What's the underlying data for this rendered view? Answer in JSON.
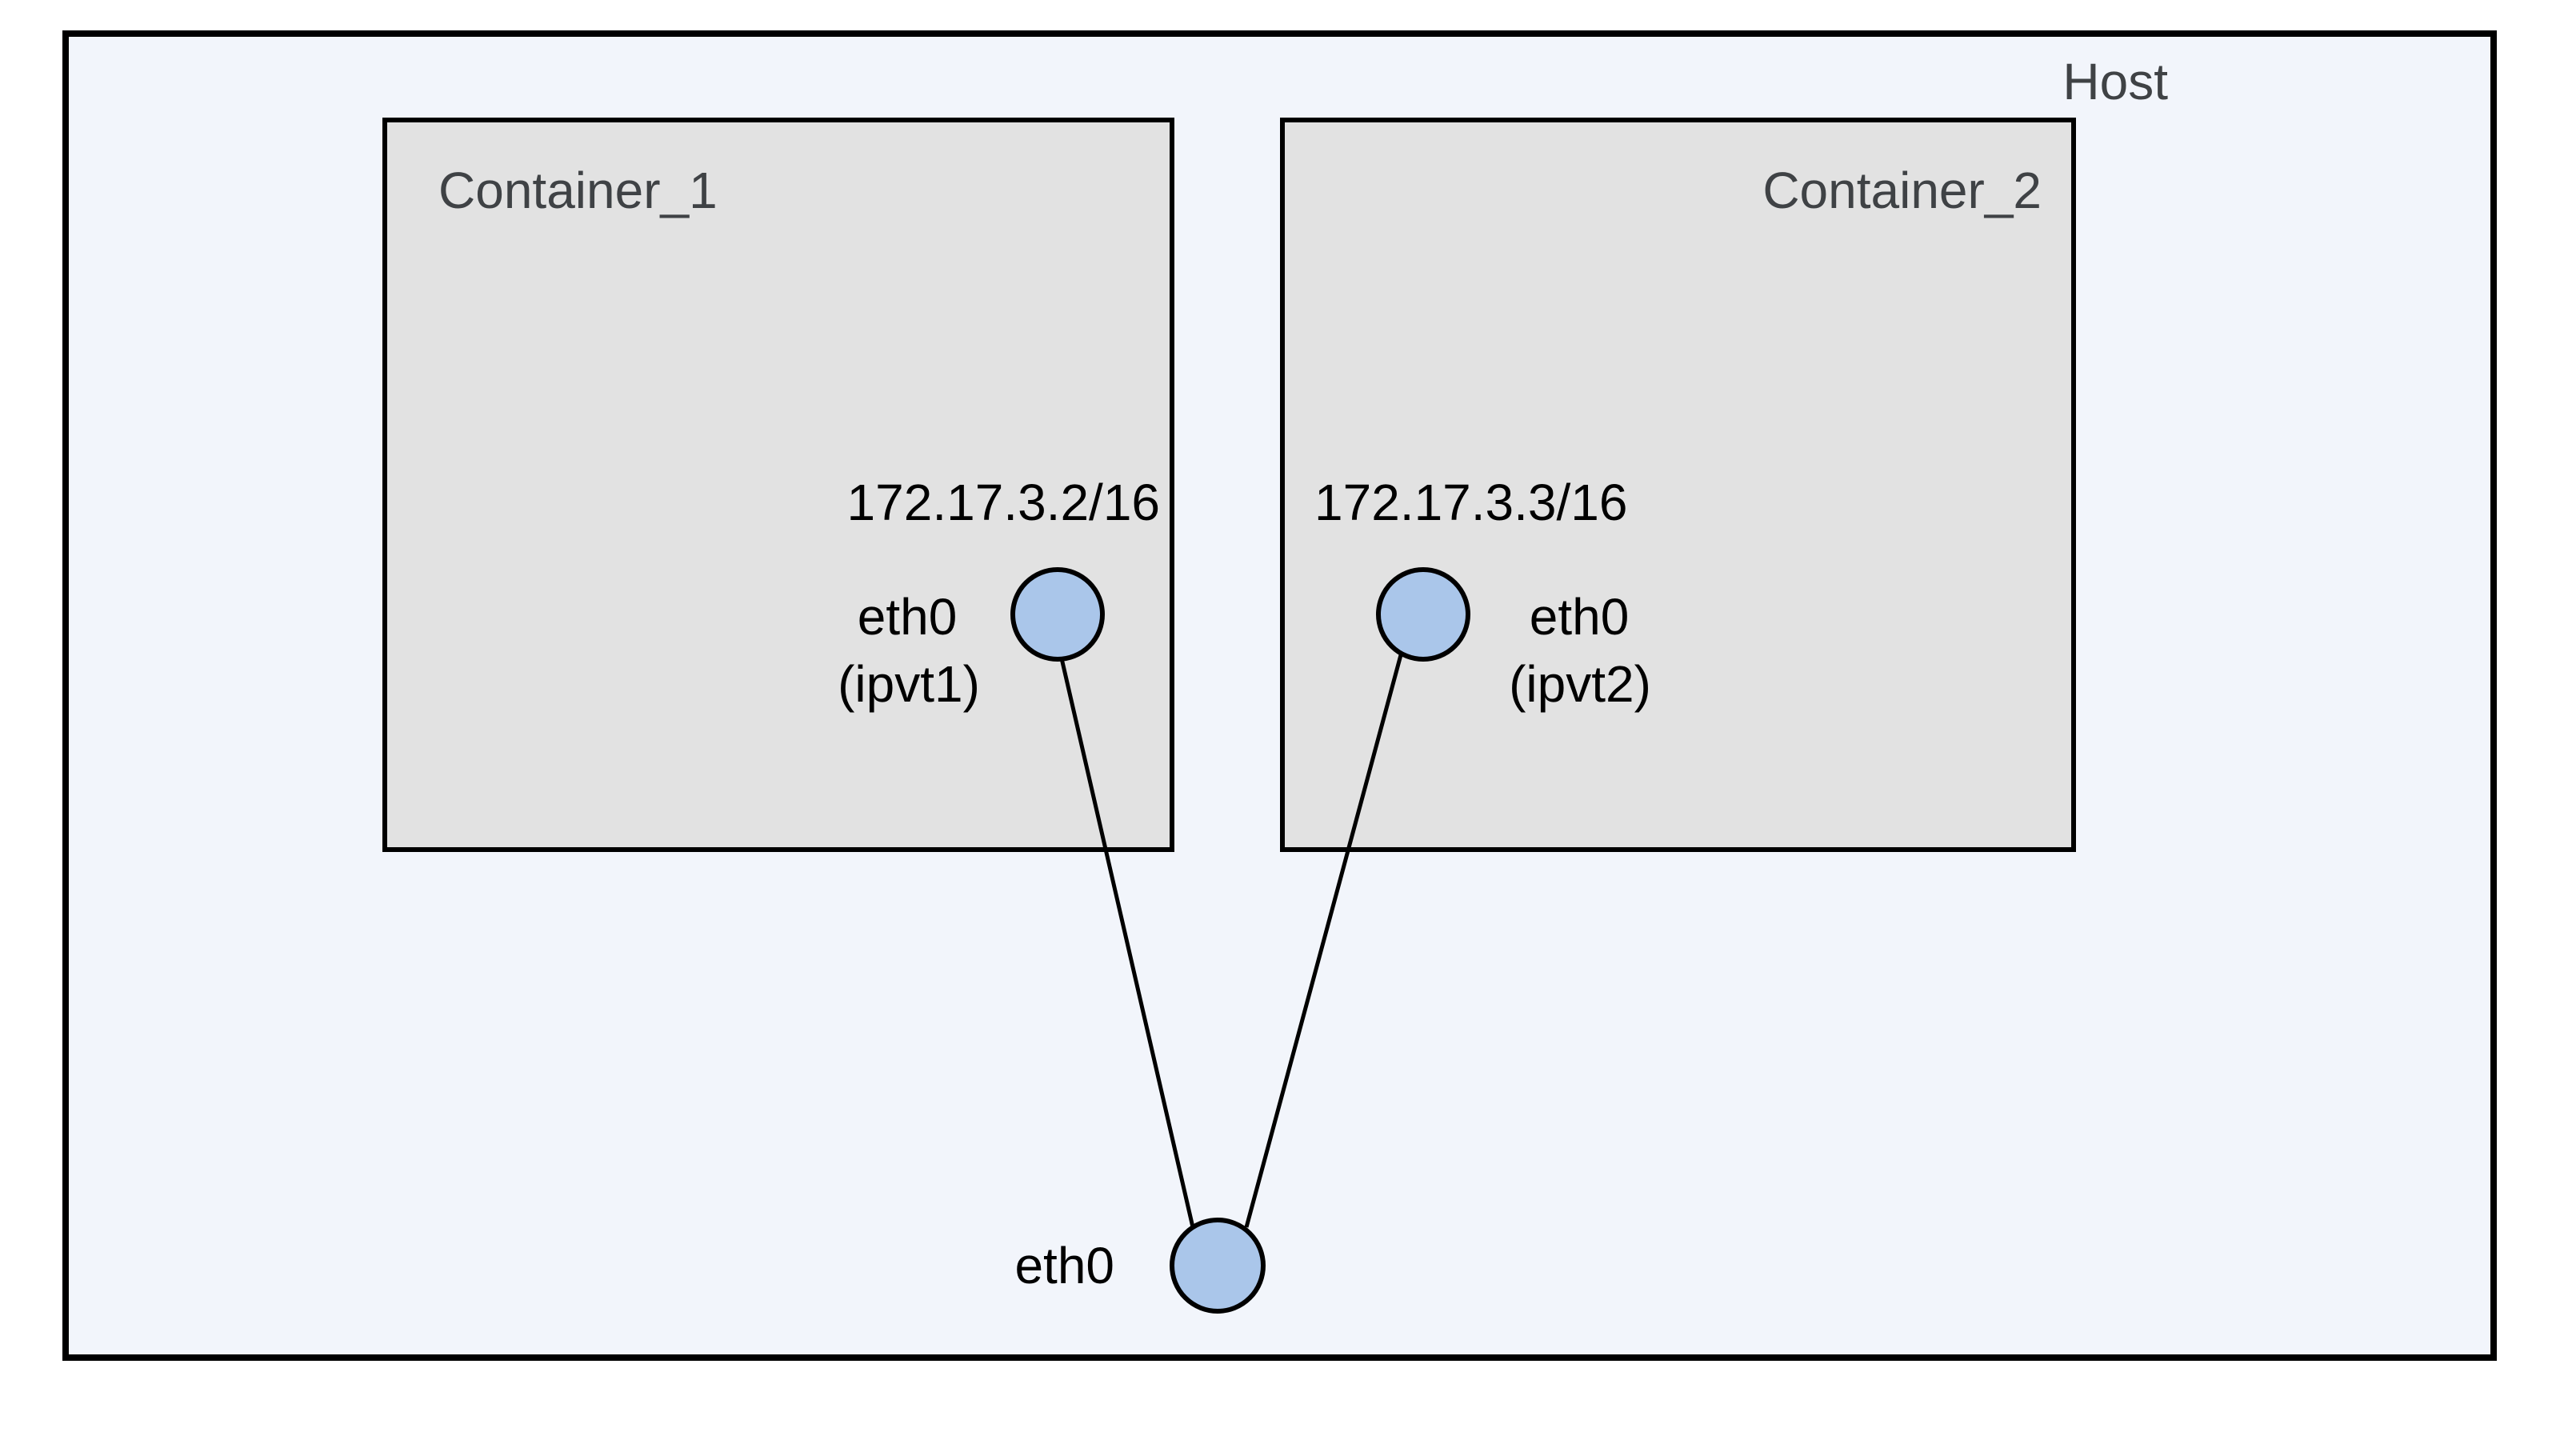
{
  "diagram": {
    "host": {
      "label": "Host",
      "iface_label": "eth0"
    },
    "containers": [
      {
        "name": "Container_1",
        "ip": "172.17.3.2/16",
        "iface": "eth0",
        "iface_sub": "(ipvt1)"
      },
      {
        "name": "Container_2",
        "ip": "172.17.3.3/16",
        "iface": "eth0",
        "iface_sub": "(ipvt2)"
      }
    ]
  },
  "colors": {
    "canvas": "#ffffff",
    "host_fill": "#f2f5fb",
    "container_fill": "#e2e2e2",
    "node_fill": "#aac6ea",
    "outline": "#000000",
    "muted_label": "#3f4245",
    "text": "#000000"
  }
}
